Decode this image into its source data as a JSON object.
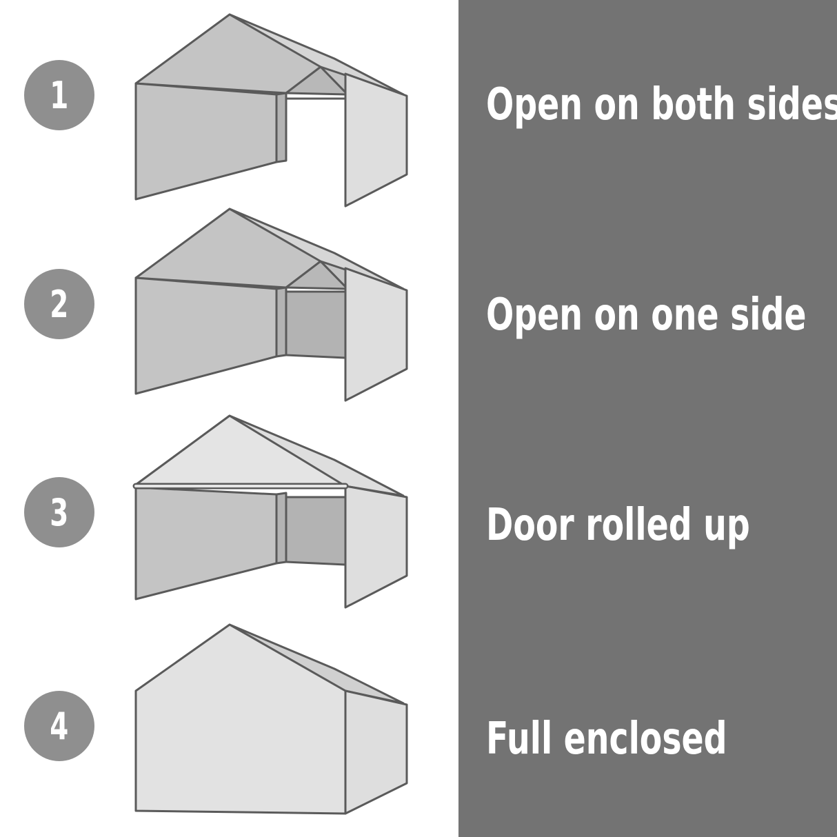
{
  "colors": {
    "panel": "#737373",
    "badge": "#8f8f8f",
    "stroke": "#5a5a5a",
    "fabric_light": "#dedede",
    "fabric_mid": "#c4c4c4",
    "fabric_dark": "#b3b3b3"
  },
  "options": [
    {
      "number": "1",
      "label": "Open on both sides"
    },
    {
      "number": "2",
      "label": "Open on one side"
    },
    {
      "number": "3",
      "label": "Door rolled up"
    },
    {
      "number": "4",
      "label": "Full enclosed"
    }
  ]
}
